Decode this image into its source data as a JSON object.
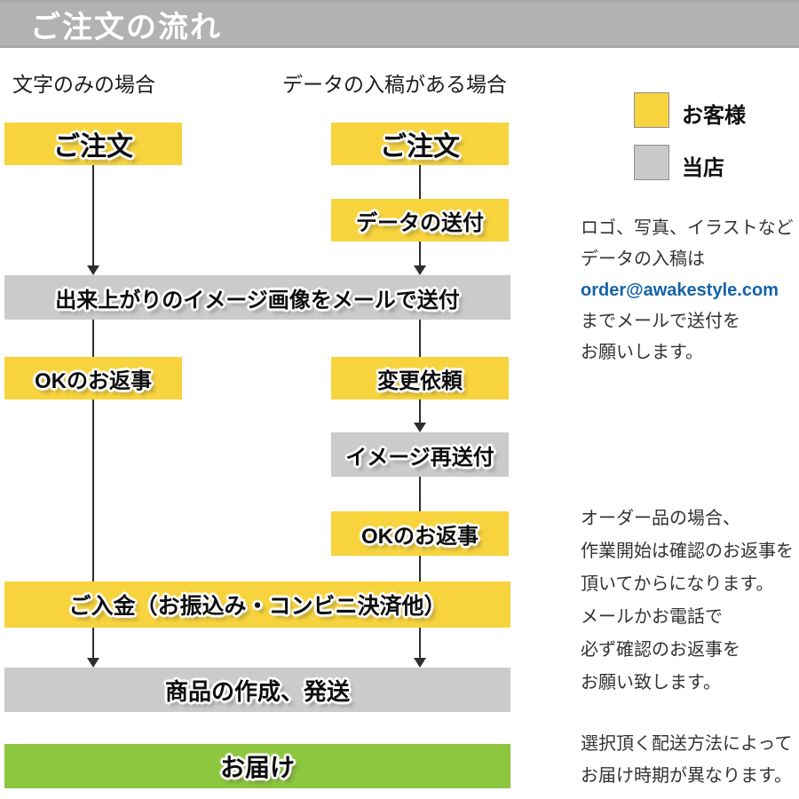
{
  "header": {
    "title": "ご注文の流れ"
  },
  "columns": {
    "left": "文字のみの場合",
    "right": "データの入稿がある場合"
  },
  "legend": {
    "customer_label": "お客様",
    "shop_label": "当店"
  },
  "flow": {
    "order_left": "ご注文",
    "order_right": "ご注文",
    "data_send": "データの送付",
    "image_mail": "出来上がりのイメージ画像をメールで送付",
    "ok_reply_left": "OKのお返事",
    "change_request": "変更依頼",
    "image_resend": "イメージ再送付",
    "ok_reply_right": "OKのお返事",
    "payment": "ご入金（お振込み・コンビニ決済他）",
    "production": "商品の作成、発送",
    "delivery": "お届け"
  },
  "notes": {
    "data_submission": {
      "line1": "ロゴ、写真、イラストなど",
      "line2": "データの入稿は",
      "email": "order@awakestyle.com",
      "line3": "までメールで送付を",
      "line4": "お願いします。"
    },
    "order_confirmation": {
      "line1": "オーダー品の場合、",
      "line2": "作業開始は確認のお返事を",
      "line3": "頂いてからになります。",
      "line4": "メールかお電話で",
      "line5": "必ず確認のお返事を",
      "line6": "お願い致します。"
    },
    "delivery_timing": {
      "line1": "選択頂く配送方法によって",
      "line2": "お届け時期が異なります。"
    }
  },
  "colors": {
    "customer_yellow": "#F7D33D",
    "shop_gray": "#CBCBCB",
    "delivery_green": "#8DC63F",
    "header_gray": "#B2B2B2",
    "email_blue": "#1463A8"
  }
}
